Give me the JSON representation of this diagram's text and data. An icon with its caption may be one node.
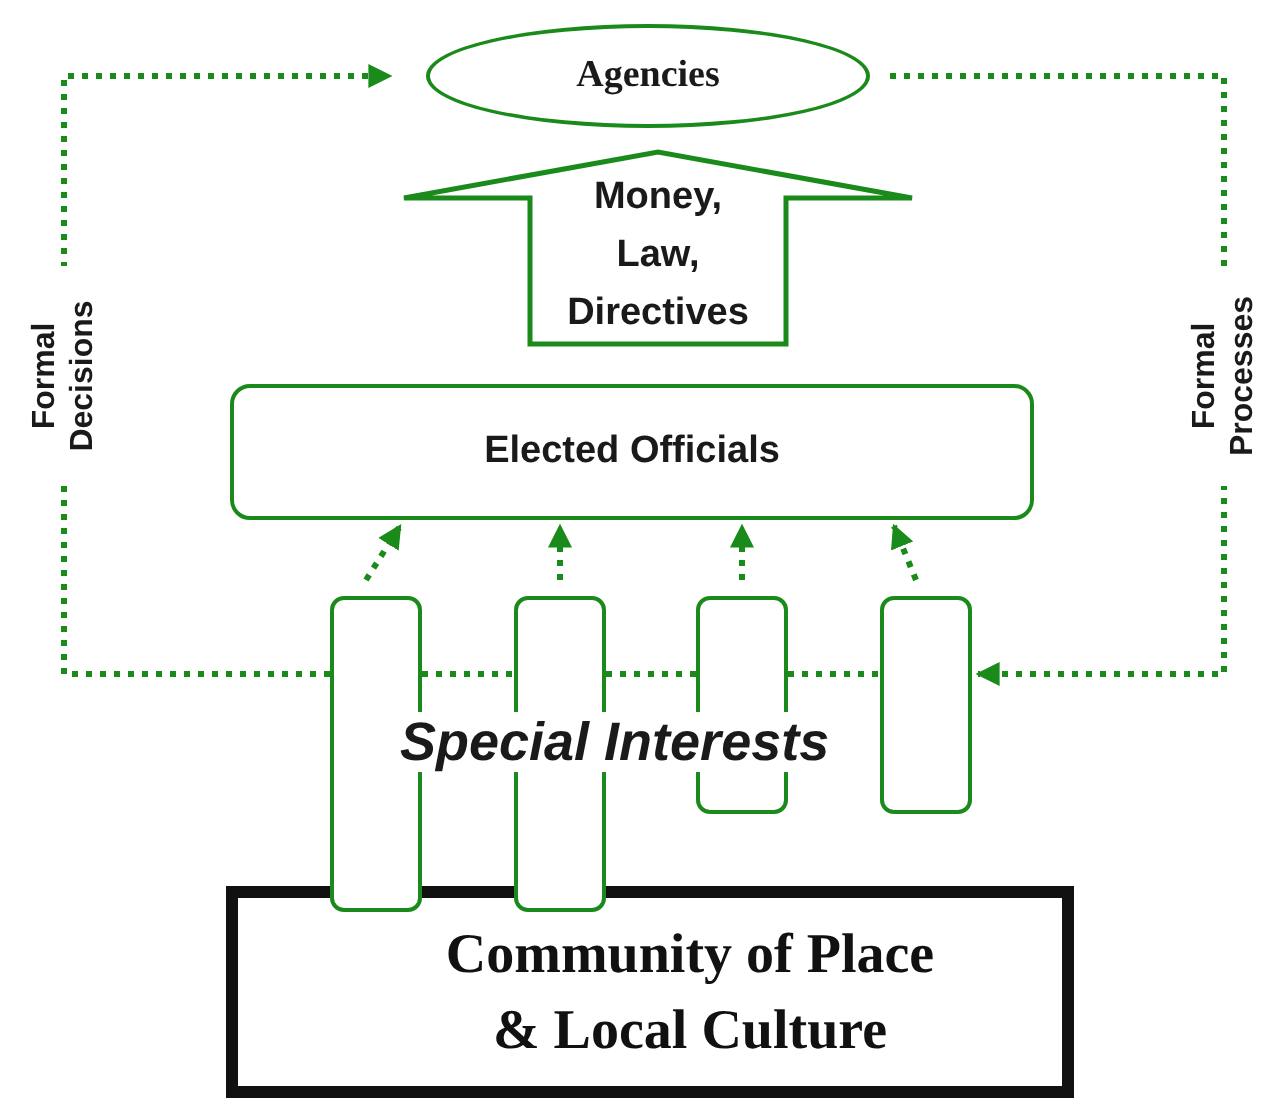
{
  "diagram": {
    "nodes": [
      {
        "text": [
          "Agencies"
        ]
      },
      {
        "text": [
          "Elected Officials"
        ]
      },
      {
        "text": [],
        "shape": "bar"
      },
      {
        "text": [],
        "shape": "bar"
      },
      {
        "text": [],
        "shape": "bar"
      },
      {
        "text": [],
        "shape": "bar"
      },
      {
        "text": [
          "Community of Place & Local Culture"
        ]
      }
    ],
    "edges": [
      {
        "from": 2,
        "to": 0,
        "arrow": "to",
        "label": "Formal Decisions",
        "style": "dashed"
      },
      {
        "from": 0,
        "to": 5,
        "arrow": "to",
        "label": "Formal Processes",
        "style": "dashed"
      },
      {
        "from": 2,
        "to": 1,
        "arrow": "to",
        "style": "dashed"
      },
      {
        "from": 3,
        "to": 1,
        "arrow": "to",
        "style": "dashed"
      },
      {
        "from": 4,
        "to": 1,
        "arrow": "to",
        "style": "dashed"
      },
      {
        "from": 5,
        "to": 1,
        "arrow": "to",
        "style": "dashed"
      },
      {
        "from": 1,
        "to": 0,
        "arrow": "to",
        "label": "Money, Law, Directives",
        "style": "thick"
      },
      {
        "from": 2,
        "to": 3,
        "arrow": "none",
        "style": "dashed"
      },
      {
        "from": 3,
        "to": 4,
        "arrow": "none",
        "style": "dashed"
      },
      {
        "from": 4,
        "to": 5,
        "arrow": "none",
        "style": "dashed"
      }
    ],
    "labels": [
      "Special Interests"
    ]
  }
}
